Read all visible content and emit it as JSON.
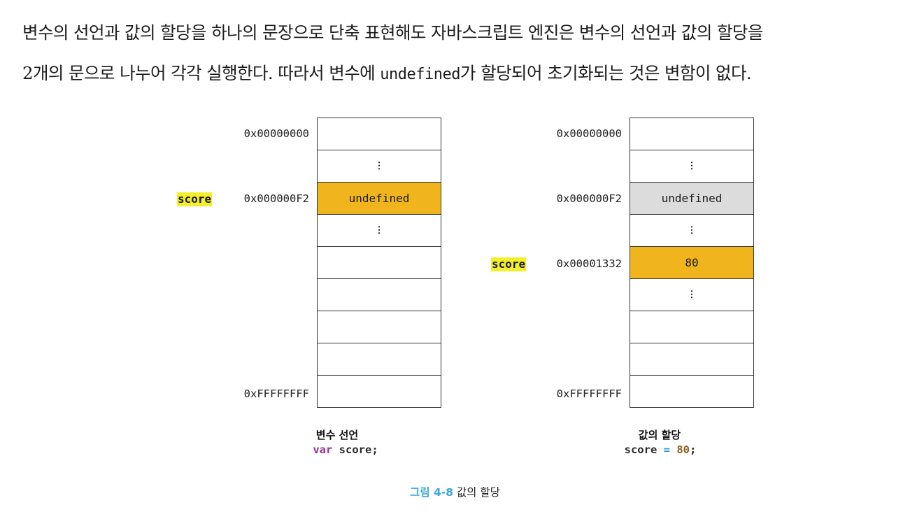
{
  "paragraph": {
    "line1": "변수의 선언과 값의 할당을 하나의 문장으로 단축 표현해도 자바스크립트 엔진은 변수의 선언과 값의 할당을",
    "line2_before": "2개의 문으로 나누어 각각 실행한다. 따라서 변수에 ",
    "line2_code": "undefined",
    "line2_after": "가 할당되어 초기화되는 것은 변함이 없다."
  },
  "left_diagram": {
    "top_address": "0x00000000",
    "var_label": "score",
    "var_address": "0x000000F2",
    "bottom_address": "0xFFFFFFFF",
    "cells": [
      "",
      "⋮",
      "undefined",
      "⋮",
      "",
      "",
      "",
      "",
      ""
    ],
    "caption_title": "변수 선언",
    "caption_keyword": "var",
    "caption_rest": " score;"
  },
  "right_diagram": {
    "top_address": "0x00000000",
    "old_address": "0x000000F2",
    "var_label": "score",
    "var_address": "0x00001332",
    "bottom_address": "0xFFFFFFFF",
    "cells": [
      "",
      "⋮",
      "undefined",
      "⋮",
      "80",
      "⋮",
      "",
      "",
      ""
    ],
    "caption_title": "값의 할당",
    "caption_ident": "score ",
    "caption_op": "=",
    "caption_num": "80",
    "caption_end": ";"
  },
  "figure_caption": {
    "number": "그림 4-8",
    "text": " 값의 할당"
  },
  "colors": {
    "assigned_cell": "#f0b51c",
    "stale_cell": "#dcdcdc",
    "label_highlight": "#f3ef2c",
    "keyword": "#9b2f97",
    "operator": "#2a9bd0",
    "number": "#8f5e17",
    "figure_number": "#38a7dd"
  }
}
